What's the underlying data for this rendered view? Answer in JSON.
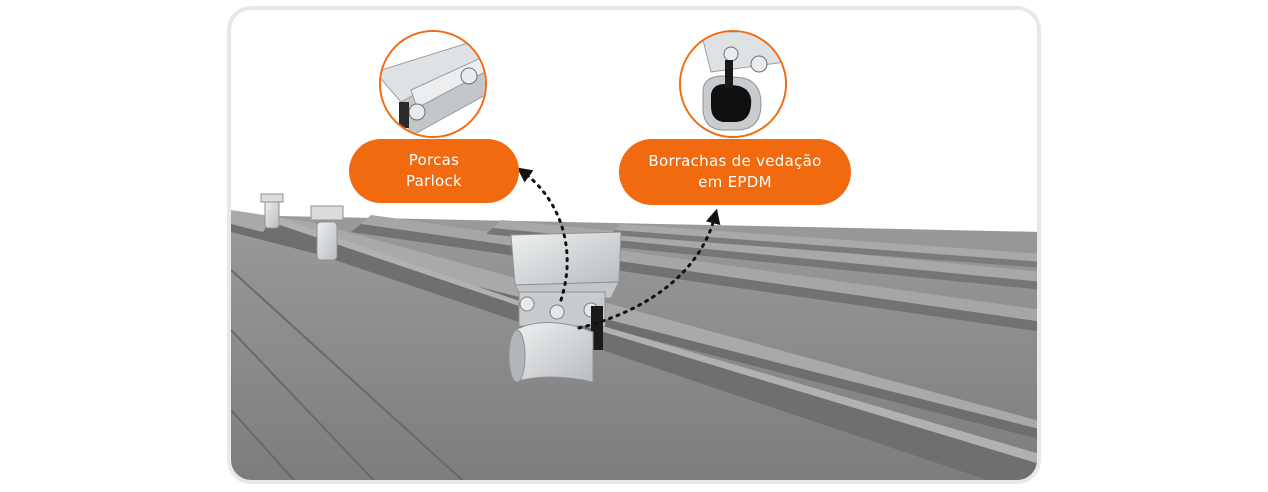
{
  "callouts": [
    {
      "lines": [
        "Porcas",
        "Parlock"
      ]
    },
    {
      "lines": [
        "Borrachas de vedação",
        "em EPDM"
      ]
    }
  ],
  "colors": {
    "accent": "#f26a0f",
    "roof": "#8a8a8a",
    "rib": "#9d9d9d",
    "metal": "#d4d6d8",
    "frame_border": "#e8e8e8"
  },
  "icons": {
    "nut_detail": "parlock-nut-detail-icon",
    "gasket_detail": "epdm-gasket-detail-icon"
  }
}
